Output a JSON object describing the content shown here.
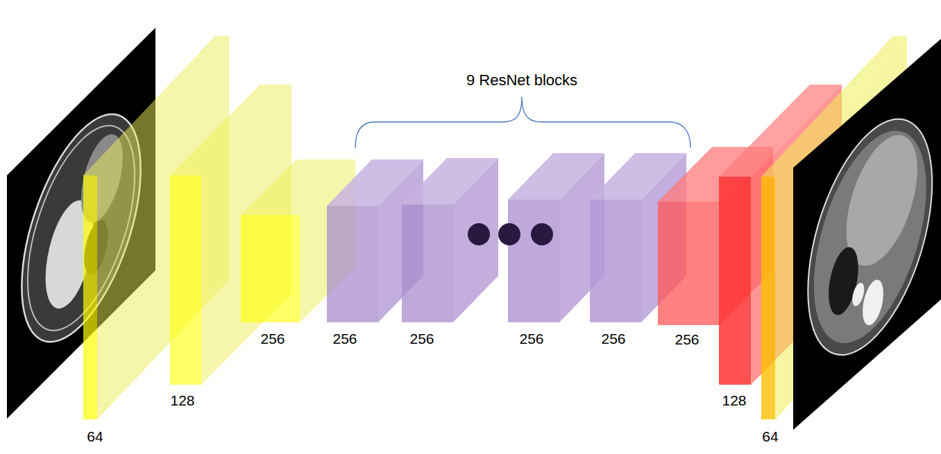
{
  "diagram": {
    "labels": [
      "9 ResNet blocks",
      "64",
      "128",
      "256",
      "256",
      "256",
      "256",
      "256",
      "256",
      "128",
      "64"
    ]
  }
}
